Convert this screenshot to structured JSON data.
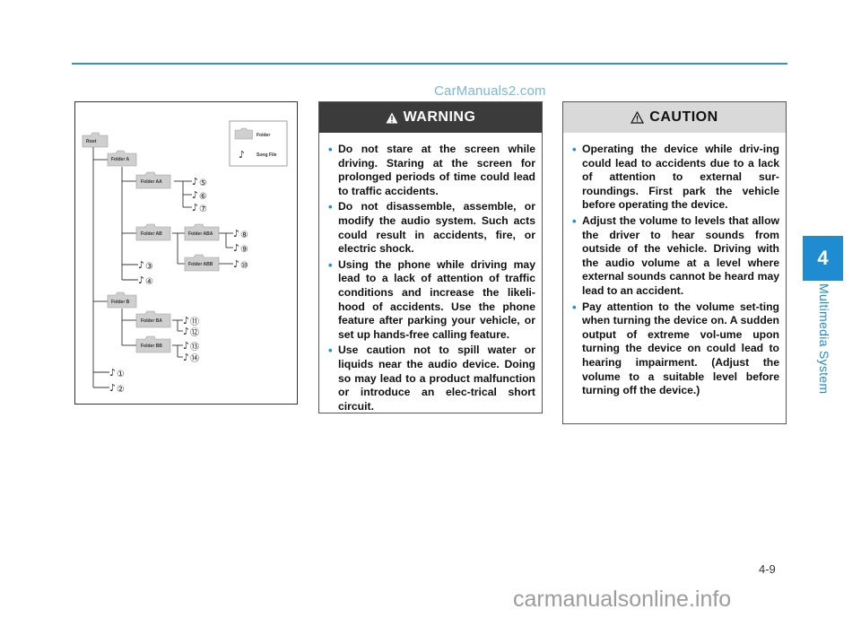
{
  "watermarks": {
    "top": "CarManuals2.com",
    "bottom": "carmanualsonline.info"
  },
  "chapter": {
    "number": "4",
    "title": "Multimedia System"
  },
  "page_number": "4-9",
  "diagram": {
    "root": "Root",
    "legend": {
      "folder": "Folder",
      "song": "Song File"
    },
    "folders": {
      "a": "Folder A",
      "aa": "Folder AA",
      "ab": "Folder AB",
      "aba": "Folder ABA",
      "abb": "Folder ABB",
      "b": "Folder B",
      "ba": "Folder BA",
      "bb": "Folder BB"
    },
    "song_numbers": {
      "s1": "①",
      "s2": "②",
      "s3": "③",
      "s4": "④",
      "s5": "⑤",
      "s6": "⑥",
      "s7": "⑦",
      "s8": "⑧",
      "s9": "⑨",
      "s10": "⑩",
      "s11": "⑪",
      "s12": "⑫",
      "s13": "⑬",
      "s14": "⑭"
    },
    "note_symbol": "♪"
  },
  "warning": {
    "title": "WARNING",
    "items": [
      "Do not stare at the screen while driving. Staring at the screen for prolonged periods of time could lead to traffic accidents.",
      "Do not disassemble, assemble, or modify the audio system. Such acts could result in accidents, fire, or electric shock.",
      "Using the phone while driving may lead to a lack of attention of traffic conditions and increase the likeli-hood of accidents. Use the phone feature after parking your vehicle, or set up hands-free calling feature.",
      "Use caution not to spill water or liquids near the audio device. Doing so may lead to a product malfunction or introduce an elec-trical short circuit."
    ]
  },
  "caution": {
    "title": "CAUTION",
    "items": [
      "Operating the device while driv-ing could lead to accidents due to a lack of attention to external sur-roundings. First park the vehicle before operating the device.",
      "Adjust the volume to levels that allow the driver to hear sounds from outside of the vehicle. Driving with the audio volume at a level where external sounds cannot be heard may lead to an accident.",
      "Pay attention to the volume set-ting when turning the device on. A sudden output of extreme vol-ume upon turning the device on could lead to hearing impairment. (Adjust the volume to a suitable level before turning off the device.)"
    ]
  }
}
